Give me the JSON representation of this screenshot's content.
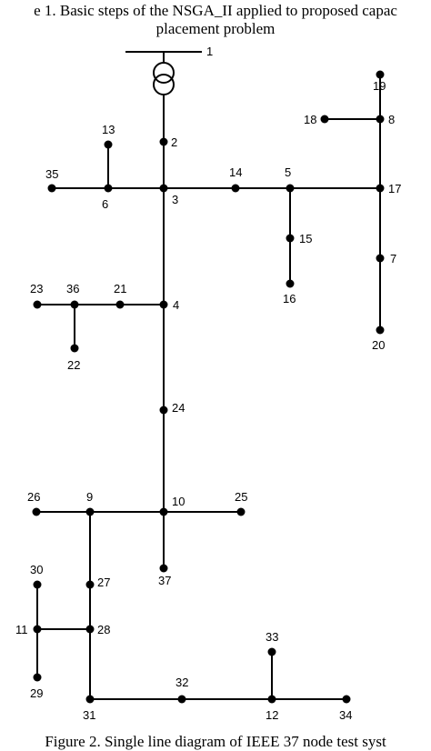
{
  "caption_top_line1": "e 1. Basic steps of the NSGA_II applied to proposed capac",
  "caption_top_line2": "placement problem",
  "caption_bottom": "Figure 2. Single line diagram of IEEE 37 node test syst",
  "diagram": {
    "nodes": [
      {
        "id": "n1",
        "label": "1"
      },
      {
        "id": "n2",
        "label": "2"
      },
      {
        "id": "n3",
        "label": "3"
      },
      {
        "id": "n4",
        "label": "4"
      },
      {
        "id": "n5",
        "label": "5"
      },
      {
        "id": "n6",
        "label": "6"
      },
      {
        "id": "n7",
        "label": "7"
      },
      {
        "id": "n8",
        "label": "8"
      },
      {
        "id": "n9",
        "label": "9"
      },
      {
        "id": "n10",
        "label": "10"
      },
      {
        "id": "n11",
        "label": "11"
      },
      {
        "id": "n12",
        "label": "12"
      },
      {
        "id": "n13",
        "label": "13"
      },
      {
        "id": "n14",
        "label": "14"
      },
      {
        "id": "n15",
        "label": "15"
      },
      {
        "id": "n16",
        "label": "16"
      },
      {
        "id": "n17",
        "label": "17"
      },
      {
        "id": "n18",
        "label": "18"
      },
      {
        "id": "n19",
        "label": "19"
      },
      {
        "id": "n20",
        "label": "20"
      },
      {
        "id": "n21",
        "label": "21"
      },
      {
        "id": "n22",
        "label": "22"
      },
      {
        "id": "n23",
        "label": "23"
      },
      {
        "id": "n24",
        "label": "24"
      },
      {
        "id": "n25",
        "label": "25"
      },
      {
        "id": "n26",
        "label": "26"
      },
      {
        "id": "n27",
        "label": "27"
      },
      {
        "id": "n28",
        "label": "28"
      },
      {
        "id": "n29",
        "label": "29"
      },
      {
        "id": "n30",
        "label": "30"
      },
      {
        "id": "n31",
        "label": "31"
      },
      {
        "id": "n32",
        "label": "32"
      },
      {
        "id": "n33",
        "label": "33"
      },
      {
        "id": "n34",
        "label": "34"
      },
      {
        "id": "n35",
        "label": "35"
      },
      {
        "id": "n36",
        "label": "36"
      },
      {
        "id": "n37",
        "label": "37"
      }
    ]
  }
}
